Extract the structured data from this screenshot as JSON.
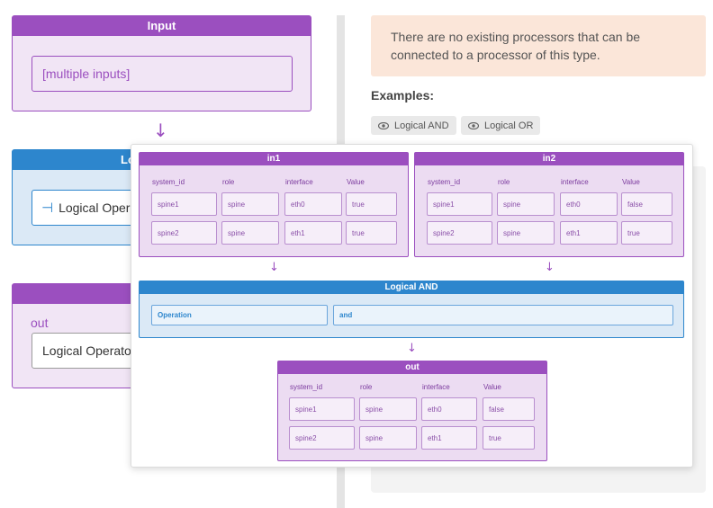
{
  "pipeline": {
    "input_title": "Input",
    "input_value": "[multiple inputs]",
    "operator_title": "Lo",
    "operator_value": "Logical Opera",
    "out_label": "out",
    "out_value": "Logical Operator"
  },
  "right_pane": {
    "notice": "There are no existing processors that can be connected to a processor of this type.",
    "examples_title": "Examples:",
    "examples": [
      {
        "label": "Logical AND",
        "icon": "eye-icon"
      },
      {
        "label": "Logical OR",
        "icon": "eye-icon"
      }
    ]
  },
  "preview": {
    "in1": {
      "title": "in1",
      "columns": [
        "system_id",
        "role",
        "interface",
        "Value"
      ],
      "rows": [
        [
          "spine1",
          "spine",
          "eth0",
          "true"
        ],
        [
          "spine2",
          "spine",
          "eth1",
          "true"
        ]
      ]
    },
    "in2": {
      "title": "in2",
      "columns": [
        "system_id",
        "role",
        "interface",
        "Value"
      ],
      "rows": [
        [
          "spine1",
          "spine",
          "eth0",
          "false"
        ],
        [
          "spine2",
          "spine",
          "eth1",
          "true"
        ]
      ]
    },
    "operator": {
      "title": "Logical AND",
      "field_label": "Operation",
      "field_value": "and"
    },
    "out": {
      "title": "out",
      "columns": [
        "system_id",
        "role",
        "interface",
        "Value"
      ],
      "rows": [
        [
          "spine1",
          "spine",
          "eth0",
          "false"
        ],
        [
          "spine2",
          "spine",
          "eth1",
          "true"
        ]
      ]
    }
  },
  "colors": {
    "purple": "#9b4fbf",
    "blue": "#2d86cd",
    "notice_bg": "#fbe6d9"
  }
}
